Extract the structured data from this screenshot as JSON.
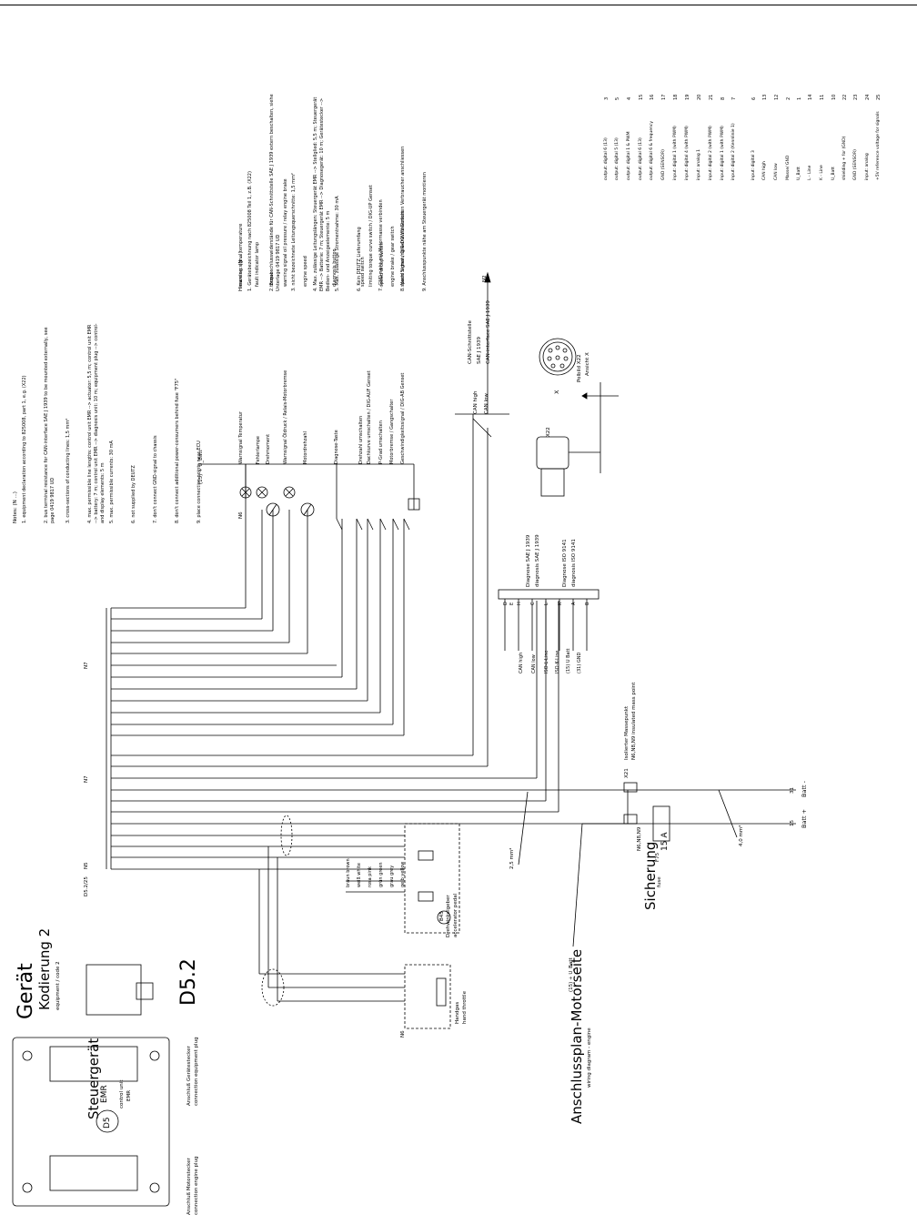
{
  "title_block": {
    "title": "Gerät",
    "coding": "Kodierung 2",
    "coding_en": "equipment / code 2",
    "plug_code": "D5.2"
  },
  "control_unit": {
    "name": "Steuergerät",
    "model": "EMR",
    "name_en": "control unit",
    "model_en": "EMR",
    "id": "D5",
    "engine_plug": "Anschluß Motorstecker",
    "engine_plug_en": "connection engine plug",
    "equipment_plug": "Anschluß Gerätestecker",
    "equipment_plug_en": "connection equipment plug"
  },
  "wiring": {
    "title": "Anschlussplan-Motorseite",
    "title_en": "wiring diagram - engine",
    "supply_tag": "(15) + U_Batt",
    "fuse_label": "Sicherung",
    "fuse_label_en": "fuse",
    "fuse_id": "F75",
    "fuse_rating": "15 A",
    "cross_section_1": "2,5 mm²",
    "cross_section_2": "4,0 mm²",
    "batt_plus": "Batt +",
    "batt_minus": "Batt -",
    "term_15": "15",
    "term_31": "31",
    "mass_point": "X21",
    "mass_point_label": "Isolierter Massepunkt",
    "mass_point_label_en": "N6,N8,N9 insulated mass point",
    "mass_ref": "N6,N8,N9",
    "n5": "N5",
    "n6": "N6",
    "n7": "N7",
    "n7b": "N7",
    "pin_header": "D5.2/25"
  },
  "pins": [
    {
      "no": "3",
      "label": "output: digital 6 (13)"
    },
    {
      "no": "5",
      "label": "output: digital 5 (13)"
    },
    {
      "no": "4",
      "label": "output: digital 1 & PWM"
    },
    {
      "no": "15",
      "label": "output: digital 6 (13)"
    },
    {
      "no": "16",
      "label": "output: digital 6 & frequency"
    },
    {
      "no": "17",
      "label": "GND (SENSOR)"
    },
    {
      "no": "18",
      "label": "input: digital 1 (with PWM)"
    },
    {
      "no": "19",
      "label": "input: digital 4 (with PWM)"
    },
    {
      "no": "20",
      "label": "input: analog 1"
    },
    {
      "no": "21",
      "label": "input: digital 2 (with PWM)"
    },
    {
      "no": "8",
      "label": "input: digital 1 (with PWM)"
    },
    {
      "no": "7",
      "label": "input: digital 2 (Kennlinie 1)"
    },
    {
      "no": "6",
      "label": "input: digital 3"
    },
    {
      "no": "13",
      "label": "CAN high"
    },
    {
      "no": "12",
      "label": "CAN low"
    },
    {
      "no": "2",
      "label": "Masse/ GND"
    },
    {
      "no": "1",
      "label": "U_Batt"
    },
    {
      "no": "14",
      "label": "L - Line"
    },
    {
      "no": "11",
      "label": "K - Line"
    },
    {
      "no": "10",
      "label": "U_Batt"
    },
    {
      "no": "22",
      "label": "shielding + for (GND)"
    },
    {
      "no": "23",
      "label": "GND (SENSOR)"
    },
    {
      "no": "24",
      "label": "input: analog"
    },
    {
      "no": "25",
      "label": "+5V reference voltage for signals"
    }
  ],
  "functions_de": [
    "Warnsignal Temperatur",
    "Fehlerlampe",
    "Drehmoment",
    "Warnsignal Öldruck / Relais-Motorbremse",
    "Motordrehzahl",
    "Diagnose-Taste",
    "Drehzahl umschalten",
    "Dachkurve umschalten / DIG-AUF Genset",
    "P-Grad umschalten",
    "Motorbremse / Gangschalter",
    "Geschwindigkeitssignal / DIG-AB Genset"
  ],
  "functions_en": [
    "warning signal temperature",
    "fault indicator lamp",
    "torque",
    "warning signal oil pressure / relay engine brake",
    "engine speed",
    "diagnosis button",
    "speed switch",
    "limiting torque curve switch / DIG-UP Genset",
    "speed droop switch",
    "engine brake / gear switch",
    "speed signal / DIG-DOWN Genset"
  ],
  "diag": {
    "supply_tag": "(15) + U_Batt",
    "can_if": "CAN-Schnittstelle",
    "can_if2": "SAE J 1939",
    "can_if_en": "CAN-interface SAE J 1939",
    "can_high": "CAN high",
    "can_low": "CAN low",
    "n2": "N2",
    "conn_id": "X22",
    "view": "Polbild X22",
    "view2": "Ansicht X",
    "x_arrow": "X",
    "signals": [
      "CAN high",
      "CAN low",
      "ISO-L-Line",
      "ISO-K-Line",
      "(15) U Batt",
      "(31) GND"
    ],
    "pin_letters": [
      "D",
      "E",
      "H",
      "C",
      "L",
      "K",
      "A",
      "B"
    ],
    "diag_de": "Diagnose SAE J 1939",
    "diag_en": "diagnosis SAE J 1939",
    "iso_de": "Diagnose ISO 9141",
    "iso_en": "diagnosis ISO 9141"
  },
  "pedal": {
    "label": "Drehwinkelgeber",
    "label_en": "accelerator pedal",
    "id": "B45",
    "wires": [
      "braun brown",
      "weiß white",
      "rosa pink",
      "grün green",
      "grau grey",
      "gelb yellow"
    ]
  },
  "handthrottle": {
    "label": "Handgas",
    "label_en": "hand throttle"
  },
  "notes_en": {
    "heading": "Notes: (N ...)",
    "items": [
      "1. equipment declaration according to 825008, part 1, e.g. (X22)",
      "2. bus terminal resistance for CAN-interface SAE J 1939 to be mounted externally, see page 0419 9817 UD",
      "3. cross-sections of conducting lines: 1,5 mm²",
      "4. max. permissible line lengths: control unit EMR --> actuator: 5,5 m; control unit EMR --> battery: 7 m; control unit EMR --> diagnosis unit: 10 m; equipment plug --> control- and display elements: 5 m",
      "5. max. permissible currents: 30 mA",
      "6. not supplied by DEUTZ",
      "7. don't connect GND-signal to chassis",
      "8. don't connect additional power-consumers behind fuse \"F75\"",
      "9. place connection points near ECU"
    ]
  },
  "notes_de": {
    "heading": "Hinweise: (N ...)",
    "items": [
      "1. Gerätebezeichnung nach 825008 Teil 1, z.B. (X22)",
      "2. Busabschlusswiderstände für CAN-Schnittstelle SAE J 1939 extern beschalten, siehe Unterlage 0419 9817 UD",
      "3. nicht bezeichnete Leitungsquerschnitte: 1,5 mm²",
      "4. Max. zulässige Leitungslängen: Steuergerät EMR --> Stellglied: 5,5 m; Steuergerät EMR --> Batterie: 7 m; Steuergerät EMR --> Diagnosegerät: 10 m; Gerätestecker --> Bedien- und Anzeigeelemente: 5 m",
      "5. Max. zulässige Stromentnahme: 30 mA",
      "6. Kein DEUTZ Lieferumfang",
      "7. GND nicht mit Motormasse verbinden",
      "8. Nach Sicherung keine zusätzlichen Verbraucher anschliessen",
      "9. Anschlusspunkte nähe am Steuergerät montieren"
    ]
  }
}
